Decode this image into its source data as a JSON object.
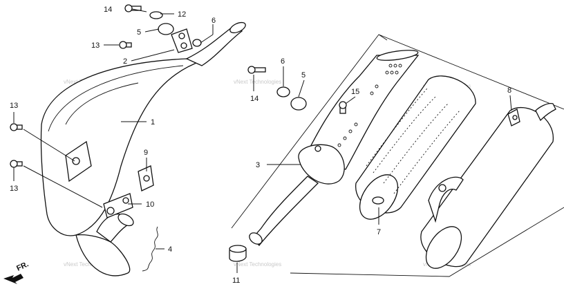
{
  "callouts": {
    "c1": "1",
    "c2": "2",
    "c3": "3",
    "c4": "4",
    "c5a": "5",
    "c5b": "5",
    "c6a": "6",
    "c6b": "6",
    "c7": "7",
    "c8": "8",
    "c9": "9",
    "c10": "10",
    "c11": "11",
    "c12": "12",
    "c13a": "13",
    "c13b": "13",
    "c13c": "13",
    "c14a": "14",
    "c14b": "14",
    "c15": "15"
  },
  "watermark": "vNext Technologies",
  "direction_label": "FR."
}
